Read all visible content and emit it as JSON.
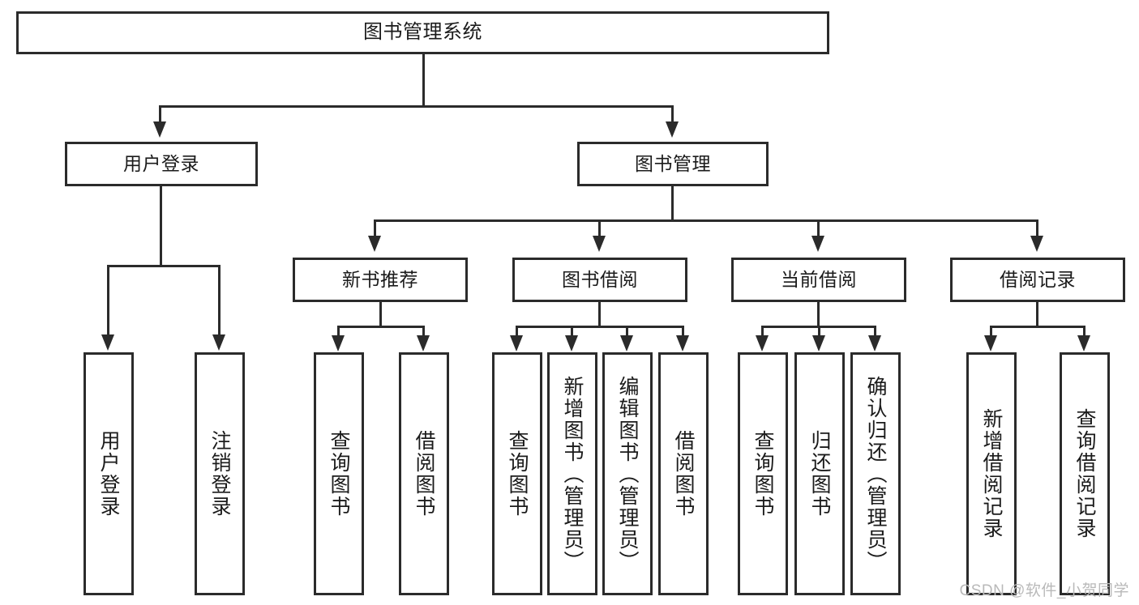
{
  "diagram": {
    "title": "图书管理系统",
    "type": "tree-hierarchy-chart",
    "watermark": "CSDN @软件_小贺同学",
    "colors": {
      "stroke": "#2b2b2b",
      "fill": "#ffffff",
      "text": "#1b1b1b",
      "watermark": "#b9b9b9"
    },
    "levels": {
      "root": {
        "label": "图书管理系统"
      },
      "level1": [
        {
          "label": "用户登录"
        },
        {
          "label": "图书管理"
        }
      ],
      "level2": [
        {
          "label": "新书推荐"
        },
        {
          "label": "图书借阅"
        },
        {
          "label": "当前借阅"
        },
        {
          "label": "借阅记录"
        }
      ],
      "leaves": {
        "user_login": [
          {
            "label": "用户登录"
          },
          {
            "label": "注销登录"
          }
        ],
        "new_book_recommend": [
          {
            "label": "查询图书"
          },
          {
            "label": "借阅图书"
          }
        ],
        "book_borrow": [
          {
            "label": "查询图书"
          },
          {
            "label": "新增图书（管理员）"
          },
          {
            "label": "编辑图书（管理员）"
          },
          {
            "label": "借阅图书"
          }
        ],
        "current_borrow": [
          {
            "label": "查询图书"
          },
          {
            "label": "归还图书"
          },
          {
            "label": "确认归还（管理员）"
          }
        ],
        "borrow_record": [
          {
            "label": "新增借阅记录"
          },
          {
            "label": "查询借阅记录"
          }
        ]
      }
    }
  }
}
